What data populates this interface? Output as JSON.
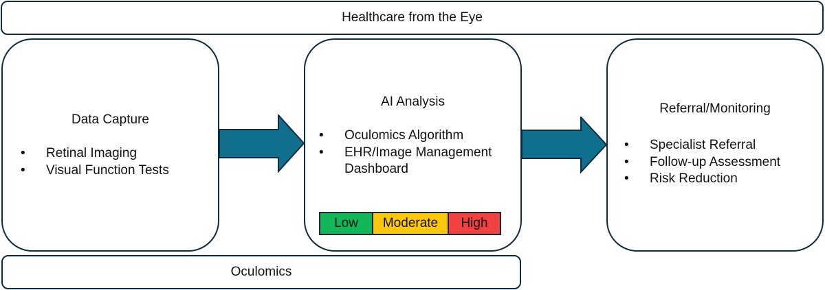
{
  "top_banner": {
    "label": "Healthcare from the Eye"
  },
  "bottom_banner": {
    "label": "Oculomics"
  },
  "cards": [
    {
      "title": "Data Capture",
      "items": [
        "Retinal Imaging",
        "Visual Function Tests"
      ]
    },
    {
      "title": "AI Analysis",
      "items": [
        "Oculomics Algorithm",
        "EHR/Image Management Dashboard"
      ]
    },
    {
      "title": "Referral/Monitoring",
      "items": [
        "Specialist Referral",
        "Follow-up Assessment",
        "Risk Reduction"
      ]
    }
  ],
  "risk_scale": [
    {
      "label": "Low",
      "color": "#12b75a"
    },
    {
      "label": "Moderate",
      "color": "#fdc80c"
    },
    {
      "label": "High",
      "color": "#f24141"
    }
  ],
  "colors": {
    "arrow": "#0f6f8c",
    "border": "#0f2b3d"
  }
}
